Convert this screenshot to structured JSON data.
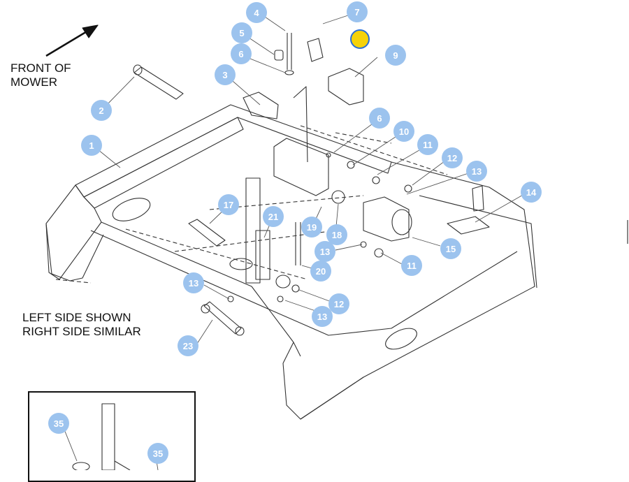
{
  "notes": {
    "front_of_mower": [
      "FRONT OF",
      "MOWER"
    ],
    "side_note": [
      "LEFT SIDE SHOWN",
      "RIGHT SIDE SIMILAR"
    ]
  },
  "callouts": [
    "4",
    "7",
    "5",
    "6",
    "9",
    "2",
    "3",
    "1",
    "6",
    "10",
    "11",
    "12",
    "13",
    "14",
    "17",
    "21",
    "19",
    "18",
    "13",
    "11",
    "15",
    "20",
    "13",
    "12",
    "13",
    "23",
    "35",
    "35"
  ],
  "colors": {
    "callout_fill": "#9cc3ee",
    "callout_text": "#ffffff",
    "highlight_fill": "#f5d20a",
    "highlight_ring": "#2a6fd6",
    "line": "#333333"
  }
}
